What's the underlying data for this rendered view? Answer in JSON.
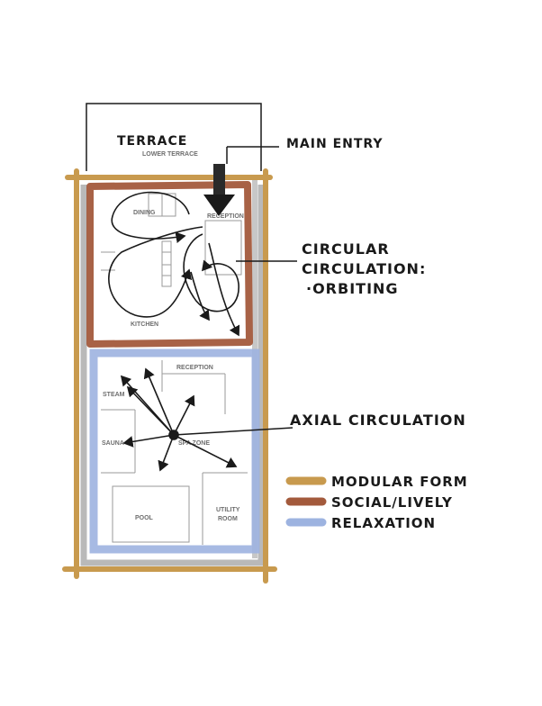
{
  "terrace": {
    "label": "TERRACE",
    "sublabel": "LOWER TERRACE"
  },
  "annotations": {
    "main_entry": "MAIN ENTRY",
    "circular_line1": "CIRCULAR",
    "circular_line2": "CIRCULATION:",
    "circular_line3": "·ORBITING",
    "axial": "AXIAL CIRCULATION"
  },
  "rooms": {
    "dining": "DINING",
    "kitchen": "KITCHEN",
    "reception": "RECEPTION",
    "steam": "STEAM",
    "sauna": "SAUNA",
    "spa_zone": "SPA ZONE",
    "pool": "POOL",
    "utility_line1": "UTILITY",
    "utility_line2": "ROOM"
  },
  "legend": [
    {
      "label": "MODULAR FORM",
      "color": "#c89a4e"
    },
    {
      "label": "SOCIAL/LIVELY",
      "color": "#a35a3c"
    },
    {
      "label": "RELAXATION",
      "color": "#9db3e0"
    }
  ],
  "colors": {
    "modular": "#c89a4e",
    "social": "#a35a3c",
    "relaxation": "#9db3e0",
    "gray_marker": "#9a9a9a",
    "ink": "#1a1a1a"
  }
}
